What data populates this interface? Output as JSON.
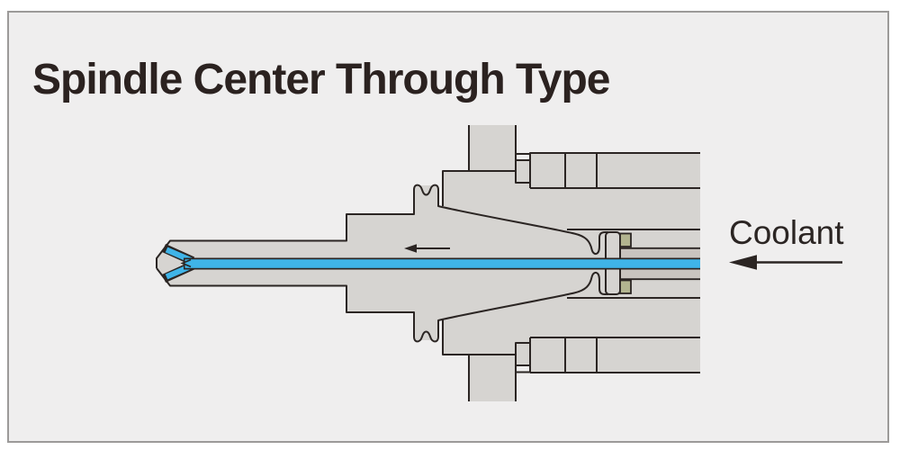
{
  "panel": {
    "title": "Spindle Center Through Type"
  },
  "diagram": {
    "coolant_label": "Coolant",
    "flow_direction": "left",
    "icons": {
      "coolant_arrow": "left-arrow-icon",
      "internal_flow_arrow": "left-arrow-icon"
    }
  },
  "colors": {
    "panel_bg": "#efeeee",
    "panel_border": "#9c9a99",
    "part_fill": "#d6d4d1",
    "outline": "#2b2523",
    "coolant_blue": "#3fb4e8",
    "tube_taupe": "#c9c4bf",
    "seal_khaki": "#b2b48f",
    "title_text": "#2b2220"
  }
}
